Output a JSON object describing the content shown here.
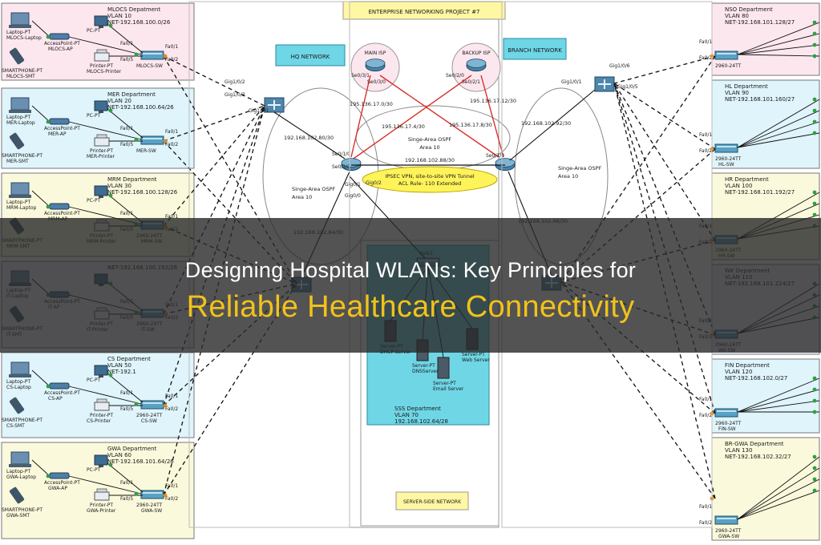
{
  "banner": {
    "title": "Designing Hospital WLANs: Key Principles for",
    "subtitle": "Reliable Healthcare Connectivity",
    "title_color": "#ffffff",
    "subtitle_color": "#f1c21b"
  },
  "diagram": {
    "project_title": "ENTERPRISE NETWORKING PROJECT #7",
    "hq_label": "HQ NETWORK",
    "branch_label": "BRANCH NETWORK",
    "server_side_label": "SERVER-SIDE NETWORK",
    "isp": {
      "main": "MAIN ISP",
      "backup": "BACKUP ISP"
    },
    "wan_links": [
      "195.136.17.0/30",
      "195.136.17.4/30",
      "195.136.17.8/30",
      "195.136.17.12/30"
    ],
    "hq_subnets": [
      "192.168.102.80/30",
      "192.168.102.84/30"
    ],
    "branch_subnets": [
      "192.168.102.92/30",
      "192.168.102.96/30"
    ],
    "core_link": "192.168.102.88/30",
    "ospf": "Singe-Area OSPF",
    "area": "Area 10",
    "vpn_note": [
      "IPSEC VPN, site-to-site VPN Tunnel",
      "ACL Rule- 110 Extended"
    ],
    "router_ports": [
      "Se0/3/1",
      "Se0/3/0",
      "Se0/2/0",
      "Se0/2/1",
      "Se0/1/0",
      "Se0/2/0",
      "Gig0/2",
      "Gig0/1",
      "Gig0/0",
      "Se0/1/0"
    ],
    "servers": [
      "Server-PT DHCP Server",
      "Server-PT DNSServer",
      "Server-PT Email Server",
      "Server-PT Web Server"
    ],
    "sss": {
      "name": "SSS Department",
      "vlan": "VLAN 70",
      "net": "192.168.102.64/28"
    },
    "left_departments": [
      {
        "name": "MLOCS Depatment",
        "vlan": "VLAN 10",
        "net": "NET-192.168.100.0/26",
        "laptop": "Laptop-PT MLOCS-Laptop",
        "ap": "AccessPoint-PT MLOCS-AP",
        "pc": "PC-PT",
        "printer": "Printer-PT MLOCS-Printer",
        "phone": "SMARTPHONE-PT MLOCS-SMT",
        "switch": "MLOCS-SW",
        "color": "#fde7ef"
      },
      {
        "name": "MER Department",
        "vlan": "VLAN 20",
        "net": "NET-192.168.100.64/26",
        "laptop": "Laptop-PT MER-Laptop",
        "ap": "AccessPoint-PT MER-AP",
        "pc": "PC-PT",
        "printer": "Printer-PT MER-Printer",
        "phone": "SMARTPHONE-PT MER-SMT",
        "switch": "MER-SW",
        "color": "#dff4fb"
      },
      {
        "name": "MRM Department",
        "vlan": "VLAN 30",
        "net": "NET-192.168.100.128/26",
        "laptop": "Laptop-PT MRM-Laptop",
        "ap": "AccessPoint-PT MRM-AP",
        "pc": "PC-PT",
        "printer": "Printer-PT MRM-Printer",
        "phone": "SMARTPHONE-PT MRM-SMT",
        "switch": "2960-24TT MRM-SW",
        "color": "#fbf9dc"
      },
      {
        "name": "",
        "vlan": "",
        "net": "NET-192.168.100.192/26",
        "laptop": "Laptop-PT IT-Laptop",
        "ap": "AccessPoint-PT IT-AP",
        "pc": "",
        "printer": "Printer-PT IT-Printer",
        "phone": "SMARTPHONE-PT IT-SMT",
        "switch": "2960-24TT IT-SW",
        "color": "#eef0fb"
      },
      {
        "name": "CS Department",
        "vlan": "VLAN 50",
        "net": "NET-192.1",
        "laptop": "Laptop-PT CS-Laptop",
        "ap": "AccessPoint-PT CS-AP",
        "pc": "PC-PT CS-PC",
        "printer": "Printer-PT CS-Printer",
        "phone": "SMARTPHONE-PT CS-SMT",
        "switch": "2960-24TT CS-SW",
        "color": "#dff4fb"
      },
      {
        "name": "GWA Department",
        "vlan": "VLAN 60",
        "net": "NET-192.168.101.64/26",
        "laptop": "Laptop-PT GWA-Laptop",
        "ap": "AccessPoint-PT GWA-AP",
        "pc": "PC-PT GWA-PC",
        "printer": "Printer-PT GWA-Printer",
        "phone": "SMARTPHONE-PT GWA-SMT",
        "switch": "2960-24TT GWA-SW",
        "color": "#fbf9dc"
      }
    ],
    "right_departments": [
      {
        "name": "NSO Department",
        "vlan": "VLAN 80",
        "net": "NET-192.168.101.128/27",
        "switch": "2960-24TT",
        "color": "#fde7ef"
      },
      {
        "name": "HL Department",
        "vlan": "VLAN 90",
        "net": "NET-192.168.101.160/27",
        "switch": "2960-24TT HL-SW",
        "color": "#dff4fb"
      },
      {
        "name": "HR Department",
        "vlan": "VLAN 100",
        "net": "NET-192.168.101.192/27",
        "switch": "2960-24TT HR-SW",
        "color": "#fbf9dc"
      },
      {
        "name": "WK Department",
        "vlan": "VLAN 110",
        "net": "NET-192.168.101.224/27",
        "switch": "2960-24TT WK-SW",
        "color": "#eef0fb"
      },
      {
        "name": "FIN Department",
        "vlan": "VLAN 120",
        "net": "NET-192.168.102.0/27",
        "switch": "2960-24TT FIN-SW",
        "color": "#dff4fb"
      },
      {
        "name": "BR-GWA Department",
        "vlan": "VLAN 130",
        "net": "NET-192.168.102.32/27",
        "switch": "2960-24TT GWA-SW",
        "color": "#fbf9dc"
      }
    ],
    "switch_ports": [
      "Fa0/1",
      "Fa0/2",
      "Fa0/3",
      "Fa0/4",
      "Fa0/5",
      "Gig1/0/1",
      "Gig1/0/2",
      "Gig1/0/3",
      "Gig1/0/4",
      "Gig1/0/5",
      "Gig1/0/6"
    ]
  }
}
